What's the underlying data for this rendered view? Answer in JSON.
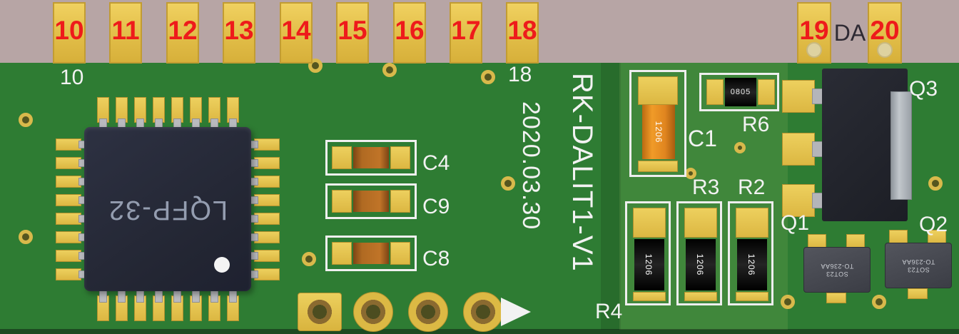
{
  "edge_connector": {
    "left_pad_numbers": [
      "10",
      "11",
      "12",
      "13",
      "14",
      "15",
      "16",
      "17",
      "18"
    ],
    "right_pad_numbers": [
      "19",
      "20"
    ],
    "right_label": "DA"
  },
  "silkscreen": {
    "pin10": "10",
    "pin18": "18",
    "date": "2020.03.30",
    "board_name": "RK-DALIT1-V1",
    "cap_refs": [
      "C4",
      "C9",
      "C8"
    ],
    "c1_ref": "C1",
    "r6_ref": "R6",
    "r3_ref": "R3",
    "r2_ref": "R2",
    "r4_ref": "R4",
    "q1_ref": "Q1",
    "q2_ref": "Q2",
    "q3_ref": "Q3"
  },
  "ic": {
    "package": "LQFP-32"
  },
  "markings": {
    "c1": "1206",
    "r6": "0805",
    "bank_left": "1206",
    "bank_middle": "1206",
    "bank_right": "1206",
    "q1_line1": "SOT23",
    "q1_line2": "TO-236AA",
    "q2_line1": "SOT23",
    "q2_line2": "TO-236AA"
  },
  "colors": {
    "background": "#b7a5a5",
    "pcb_green": "#2e7c33",
    "pad_gold": "#e3c04c",
    "silkscreen_white": "#f2f2f2",
    "pin_number_red": "#ee1b1b",
    "ic_body": "#272b3a",
    "resistor_body": "#141414",
    "capacitor_orange": "#e0851f"
  }
}
